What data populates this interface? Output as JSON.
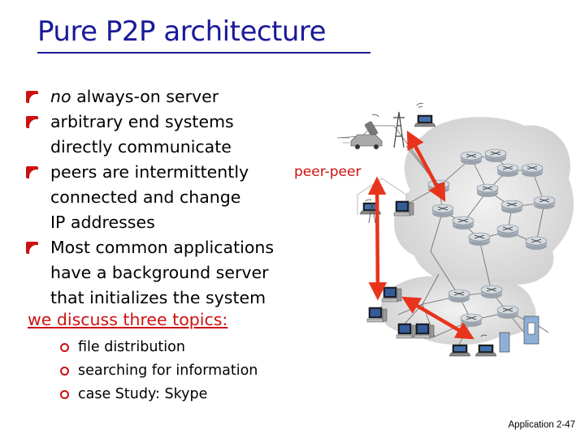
{
  "slide": {
    "title": "Pure P2P architecture",
    "bullets": [
      {
        "parts": [
          {
            "text": "no",
            "italic": true
          },
          {
            "text": " always-on server",
            "italic": false
          }
        ],
        "lines": []
      },
      {
        "parts": [
          {
            "text": "arbitrary end systems",
            "italic": false
          }
        ],
        "lines": [
          "directly communicate"
        ]
      },
      {
        "parts": [
          {
            "text": "peers are intermittently",
            "italic": false
          }
        ],
        "lines": [
          "connected and change",
          "IP addresses"
        ]
      },
      {
        "parts": [
          {
            "text": "Most common applications",
            "italic": false
          }
        ],
        "lines": [
          "have a background server",
          "that initializes the system"
        ]
      }
    ],
    "discuss_heading": "we discuss three topics:",
    "topics": [
      "file distribution",
      "searching for information",
      "case Study: Skype"
    ],
    "diagram_label": "peer-peer",
    "footer": "Application  2-47",
    "colors": {
      "title": "#1a1a99",
      "accent": "#cc1111",
      "arrow": "#e8341c"
    }
  }
}
